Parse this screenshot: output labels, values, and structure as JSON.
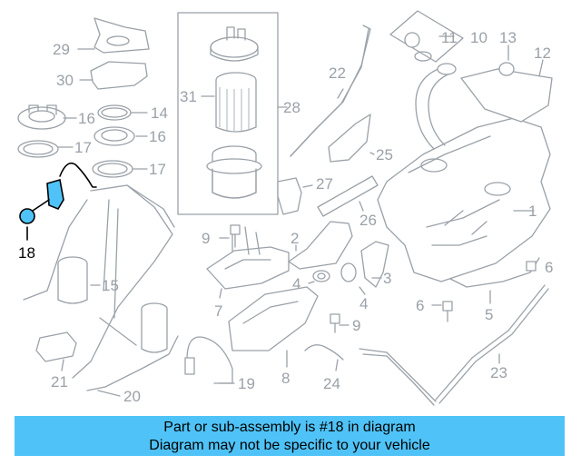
{
  "diagram": {
    "callouts": [
      "1",
      "2",
      "3",
      "4",
      "4",
      "5",
      "6",
      "6",
      "7",
      "8",
      "9",
      "9",
      "10",
      "11",
      "12",
      "13",
      "14",
      "15",
      "16",
      "16",
      "17",
      "17",
      "18",
      "19",
      "20",
      "21",
      "22",
      "23",
      "24",
      "25",
      "26",
      "27",
      "28",
      "29",
      "30",
      "31"
    ],
    "highlight_part": "18",
    "colors": {
      "line": "#9aa1a8",
      "highlight": "#000000",
      "banner": "#4fc3f7"
    }
  },
  "banner": {
    "line1": "Part or sub-assembly is #18 in diagram",
    "line2": "Diagram may not be specific to your vehicle"
  }
}
